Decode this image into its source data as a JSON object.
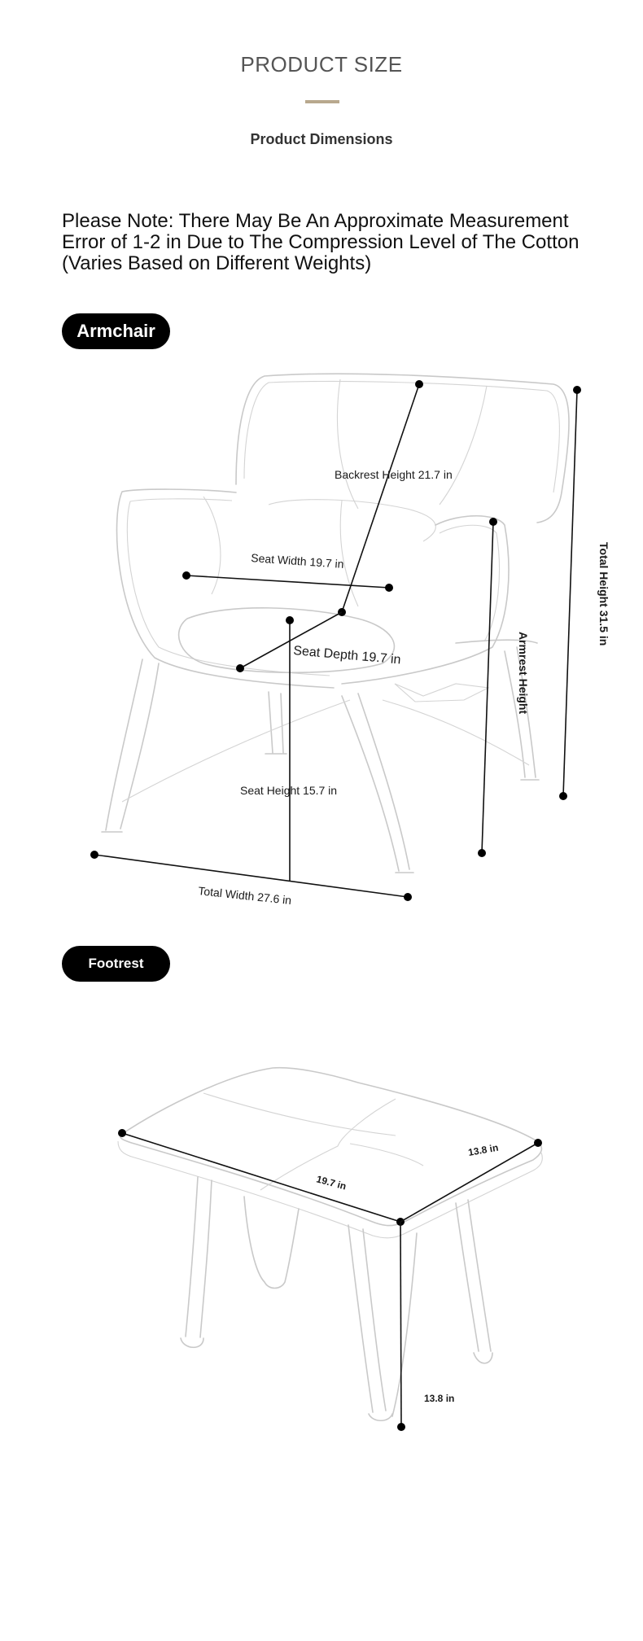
{
  "header": {
    "title": "PRODUCT SIZE",
    "subtitle": "Product Dimensions"
  },
  "note": "Please Note: There May Be An Approximate Measurement Error of 1-2 in Due to The Compression Level of The Cotton (Varies Based on Different Weights)",
  "armchair": {
    "badge": "Armchair",
    "labels": {
      "backrest_height": "Backrest Height 21.7 in",
      "seat_width": "Seat Width 19.7 in",
      "seat_depth": "Seat Depth 19.7 in",
      "seat_height": "Seat Height 15.7 in",
      "total_width": "Total Width 27.6 in",
      "total_height": "Total Height 31.5 in",
      "armrest_height": "Armrest Height"
    }
  },
  "footrest": {
    "badge": "Footrest",
    "labels": {
      "length": "19.7 in",
      "depth": "13.8 in",
      "height": "13.8 in"
    }
  },
  "colors": {
    "accent_rule": "#b8a88e",
    "badge_bg": "#000000",
    "line_art": "#c9c9c9"
  }
}
